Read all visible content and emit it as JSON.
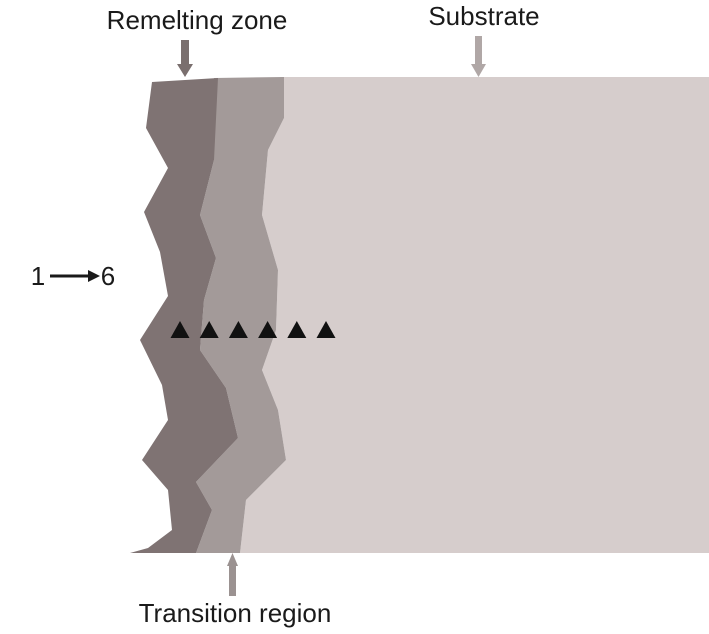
{
  "labels": {
    "remelting_zone": "Remelting zone",
    "substrate": "Substrate",
    "transition_region": "Transition region",
    "sequence_start": "1",
    "sequence_end": "6"
  },
  "markers": {
    "count": 6
  },
  "colors": {
    "remelting_zone": "#7f7373",
    "transition_region": "#a39a99",
    "substrate": "#d6cdcc",
    "marker": "#111111",
    "remelting_arrow": "#7a6f6e",
    "substrate_arrow": "#b0a7a6",
    "transition_arrow": "#9b9291",
    "sequence_arrow": "#1a1a1a"
  }
}
